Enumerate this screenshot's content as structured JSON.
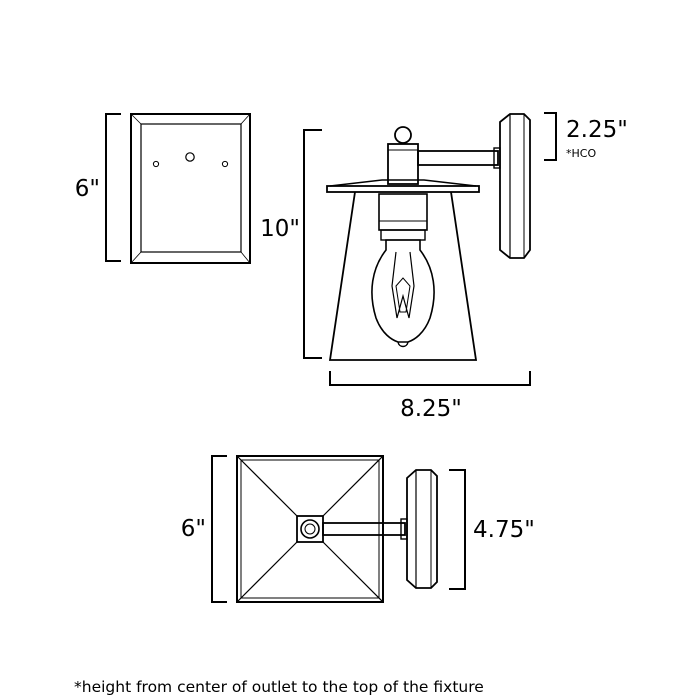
{
  "views": {
    "back_plate": {
      "height_label": "6\""
    },
    "side_view": {
      "height_label": "10\"",
      "width_label": "8.25\"",
      "hco_label": "2.25\"",
      "hco_note": "*HCO"
    },
    "top_view": {
      "depth_label": "6\"",
      "plate_label": "4.75\""
    }
  },
  "footnote": "*height from center of outlet to the top of the fixture"
}
